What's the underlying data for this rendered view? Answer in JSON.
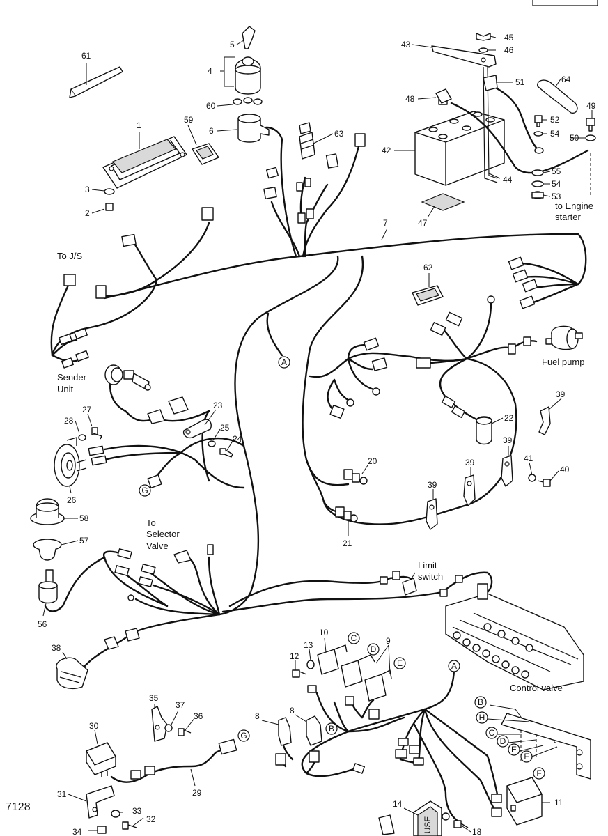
{
  "figure": {
    "id": "7128"
  },
  "labels": {
    "to_js": "To J/S",
    "sender_unit_1": "Sender",
    "sender_unit_2": "Unit",
    "to_selector_1": "To",
    "to_selector_2": "Selector",
    "to_selector_3": "Valve",
    "limit_switch_1": "Limit",
    "limit_switch_2": "switch",
    "fuel_pump": "Fuel pump",
    "to_engine_starter_1": "to Engine",
    "to_engine_starter_2": "starter",
    "control_valve": "Control valve"
  },
  "part_numbers": {
    "p1": "1",
    "p2": "2",
    "p3": "3",
    "p4": "4",
    "p5": "5",
    "p6": "6",
    "p7": "7",
    "p8a": "8",
    "p8b": "8",
    "p9": "9",
    "p10": "10",
    "p11": "11",
    "p12": "12",
    "p13": "13",
    "p14": "14",
    "p18": "18",
    "p20": "20",
    "p21": "21",
    "p22": "22",
    "p23": "23",
    "p24": "24",
    "p25": "25",
    "p26": "26",
    "p27": "27",
    "p28": "28",
    "p29": "29",
    "p30": "30",
    "p31": "31",
    "p32": "32",
    "p33": "33",
    "p34": "34",
    "p35": "35",
    "p36": "36",
    "p37": "37",
    "p38": "38",
    "p39a": "39",
    "p39b": "39",
    "p39c": "39",
    "p39d": "39",
    "p40": "40",
    "p41": "41",
    "p42": "42",
    "p43": "43",
    "p44": "44",
    "p45": "45",
    "p46": "46",
    "p47": "47",
    "p48": "48",
    "p49": "49",
    "p50": "50",
    "p51": "51",
    "p52": "52",
    "p53": "53",
    "p54a": "54",
    "p54b": "54",
    "p55": "55",
    "p56": "56",
    "p57": "57",
    "p58": "58",
    "p59": "59",
    "p60": "60",
    "p61": "61",
    "p62": "62",
    "p63": "63",
    "p64": "64"
  },
  "connection_markers": {
    "A_upper": "A",
    "A_lower": "A",
    "G_left": "G",
    "G_right": "G",
    "B_relay": "B",
    "C_relay": "C",
    "D_relay": "D",
    "E_relay": "E",
    "F_box": "F",
    "B_bracket": "B",
    "H_bracket": "H",
    "C_bracket": "C",
    "D_bracket": "D",
    "E_bracket": "E",
    "F_bracket": "F"
  },
  "fuse_box_text": "USE"
}
